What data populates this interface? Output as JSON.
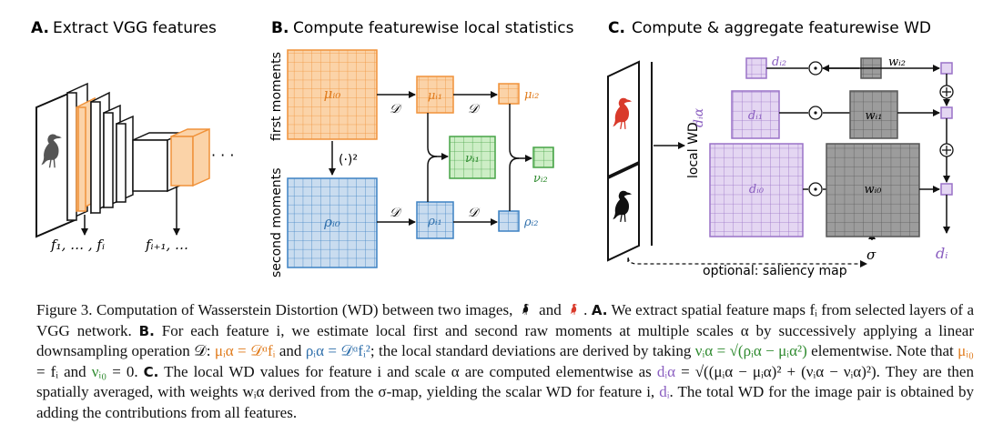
{
  "panels": {
    "a_title": "Extract VGG features",
    "a_letter": "A.",
    "b_title": "Compute featurewise local statistics",
    "b_letter": "B.",
    "c_title": "Compute & aggregate featurewise WD",
    "c_letter": "C."
  },
  "panel_a": {
    "feat_left": "f₁, … , fᵢ",
    "feat_right": "fᵢ₊₁, …",
    "dots": "· · ·"
  },
  "panel_b": {
    "first_moments": "first moments",
    "second_moments": "second moments",
    "mu0": "μᵢ₀",
    "mu1": "μᵢ₁",
    "mu2": "μᵢ₂",
    "rho0": "ρᵢ₀",
    "rho1": "ρᵢ₁",
    "rho2": "ρᵢ₂",
    "nu1": "νᵢ₁",
    "nu2": "νᵢ₂",
    "op_d": "𝒟",
    "square": "(·)²"
  },
  "panel_c": {
    "local_wd": "local WD",
    "d_ia": "dᵢα",
    "d0": "dᵢ₀",
    "d1": "dᵢ₁",
    "d2": "dᵢ₂",
    "w0": "wᵢ₀",
    "w1": "wᵢ₁",
    "w2": "wᵢ₂",
    "saliency": "optional: saliency map",
    "sigma": "σ",
    "d_i": "dᵢ"
  },
  "caption": {
    "fig_label": "Figure 3.",
    "s1": " Computation of Wasserstein Distortion (WD) between two images, ",
    "s1b": " and ",
    "s1c": ". ",
    "a_label": "A.",
    "a_text": " We extract spatial feature maps fᵢ from selected layers of a VGG network. ",
    "b_label": "B.",
    "b_text1": " For each feature i, we estimate local first and second raw moments at multiple scales α by successively applying a linear downsampling operation 𝒟: ",
    "b_mu": "μᵢα = 𝒟ᵅfᵢ",
    "b_and": " and ",
    "b_rho": "ρᵢα = 𝒟ᵅfᵢ²",
    "b_text2": "; the local standard deviations are derived by taking ",
    "b_nu": "νᵢα = √(ρᵢα − μᵢα²)",
    "b_text3": " elementwise. Note that ",
    "b_mu0": "μᵢ₀",
    "b_text4": " = fᵢ and ",
    "b_nu0": "νᵢ₀",
    "b_text5": " = 0. ",
    "c_label": "C.",
    "c_text1": " The local WD values for feature i and scale α are computed elementwise as ",
    "c_d": "dᵢα",
    "c_eq": " = √((μᵢα − μᵢα)² + (νᵢα − νᵢα)²)",
    "c_text2": ". They are then spatially averaged, with weights wᵢα derived from the σ-map, yielding the scalar WD for feature i, ",
    "c_di": "dᵢ",
    "c_text3": ". The total WD for the image pair is obtained by adding the contributions from all features."
  },
  "colors": {
    "orange_fill": "#fbd3a8",
    "orange_stroke": "#f0923a",
    "blue_fill": "#c9dcef",
    "blue_stroke": "#3d82c3",
    "green_fill": "#cdeec6",
    "green_stroke": "#47a447",
    "purple_fill": "#e4d6f2",
    "purple_stroke": "#9a72c7",
    "gray_fill": "#9a9a9a",
    "red_bird": "#d93a2b"
  }
}
